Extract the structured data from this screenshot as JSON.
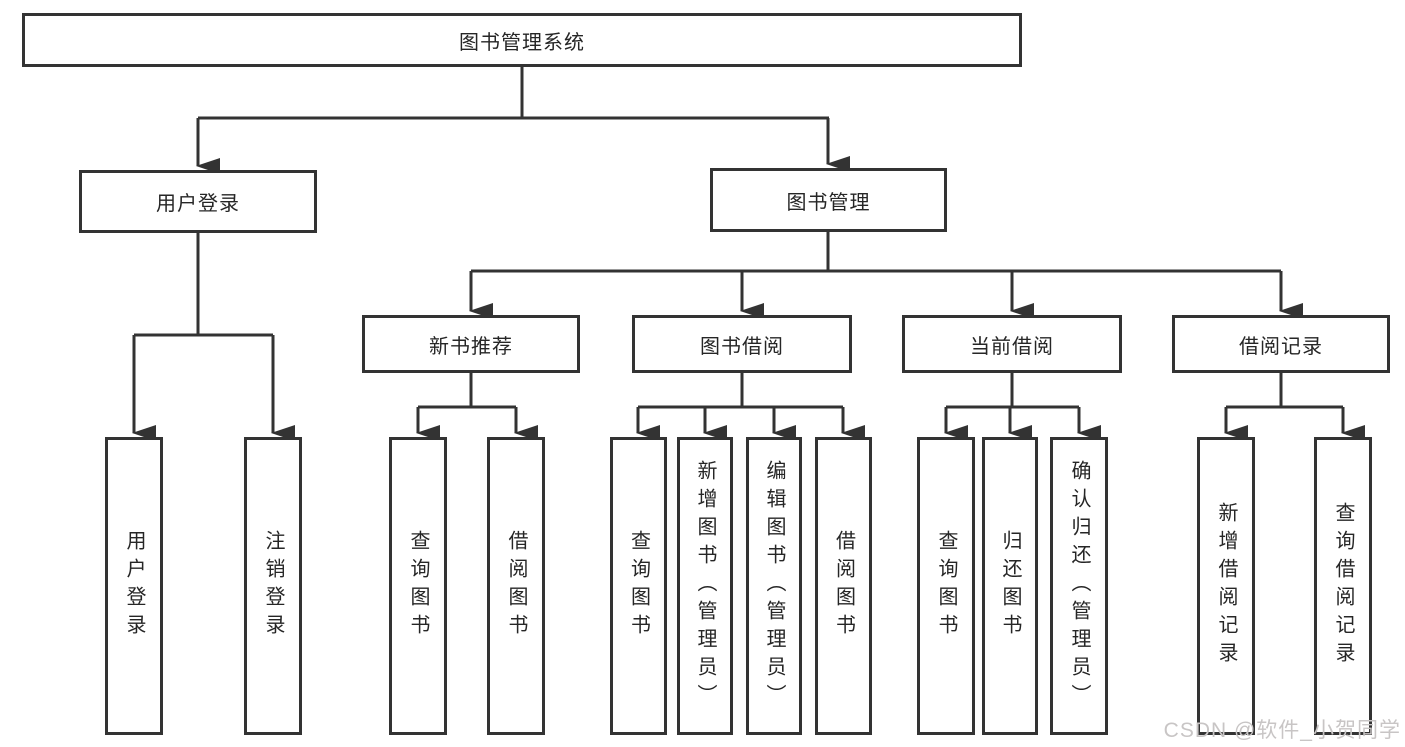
{
  "root": {
    "label": "图书管理系统"
  },
  "level2": [
    {
      "label": "用户登录"
    },
    {
      "label": "图书管理"
    }
  ],
  "level3": [
    {
      "label": "新书推荐"
    },
    {
      "label": "图书借阅"
    },
    {
      "label": "当前借阅"
    },
    {
      "label": "借阅记录"
    }
  ],
  "leaves": [
    {
      "label": "用户登录"
    },
    {
      "label": "注销登录"
    },
    {
      "label": "查询图书"
    },
    {
      "label": "借阅图书"
    },
    {
      "label": "查询图书"
    },
    {
      "label": "新增图书（管理员）"
    },
    {
      "label": "编辑图书（管理员）"
    },
    {
      "label": "借阅图书"
    },
    {
      "label": "查询图书"
    },
    {
      "label": "归还图书"
    },
    {
      "label": "确认归还（管理员）"
    },
    {
      "label": "新增借阅记录"
    },
    {
      "label": "查询借阅记录"
    }
  ],
  "watermark": "CSDN @软件_小贺同学",
  "colors": {
    "line": "#333333",
    "text": "#262626",
    "watermark": "#c8c5c5"
  }
}
